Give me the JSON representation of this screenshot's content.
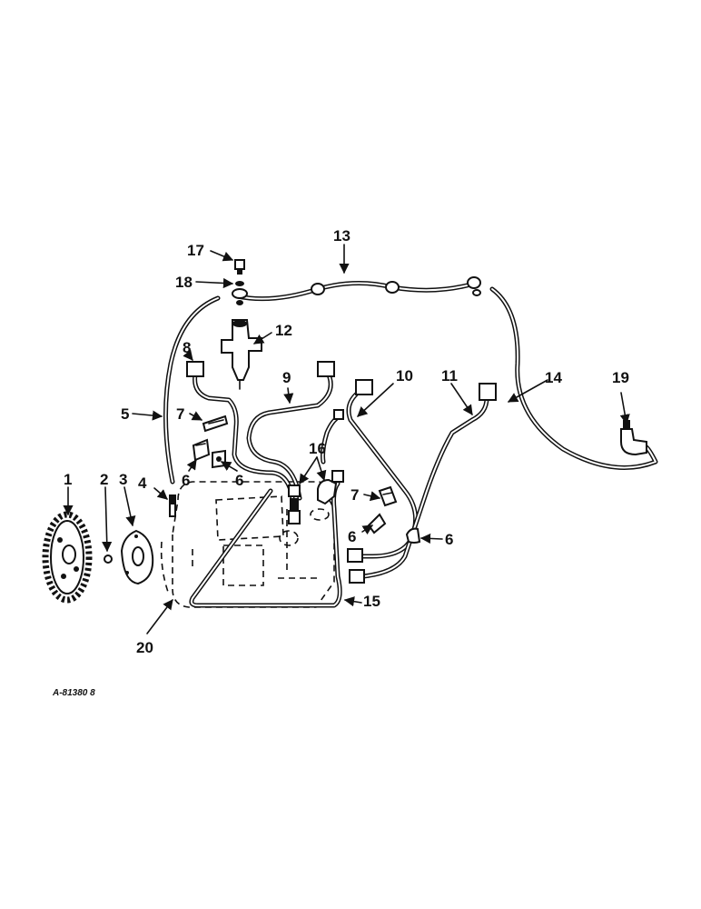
{
  "callouts": [
    "1",
    "2",
    "3",
    "4",
    "5",
    "6",
    "7",
    "8",
    "9",
    "10",
    "11",
    "12",
    "13",
    "14",
    "15",
    "16",
    "17",
    "18",
    "19",
    "20"
  ],
  "figure_ref": "A-81380 8",
  "colors": {
    "ink": "#111111",
    "paper": "#ffffff"
  }
}
